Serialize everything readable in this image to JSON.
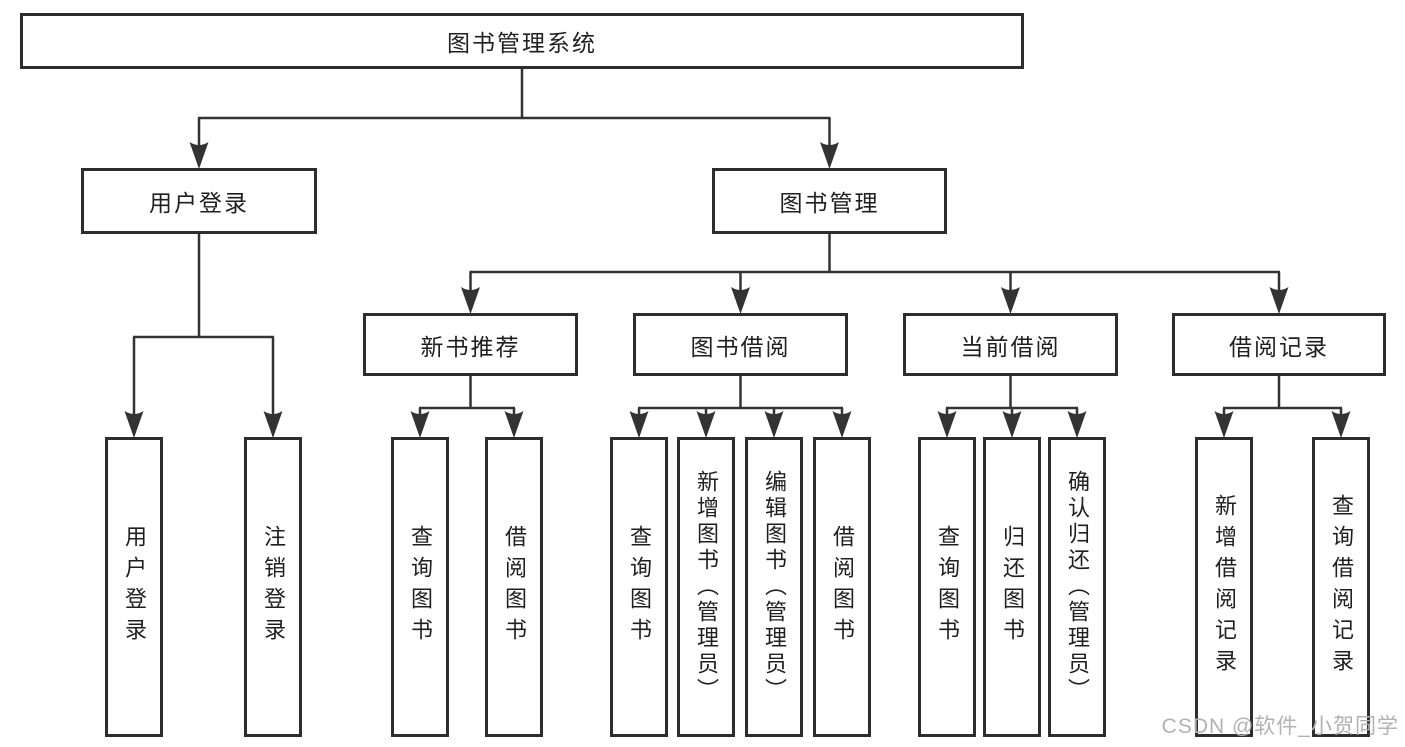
{
  "diagram_title": "图书管理系统",
  "colors": {
    "line": "#333333",
    "box_border": "#2d2d2d",
    "text": "#1f1f1f",
    "background": "#ffffff",
    "watermark": "#b2b2b2"
  },
  "watermark": "CSDN @软件_小贺同学",
  "nodes": [
    {
      "id": "root",
      "label": "图书管理系统",
      "parent": null,
      "orientation": "horizontal"
    },
    {
      "id": "user-login",
      "label": "用户登录",
      "parent": "root",
      "orientation": "horizontal"
    },
    {
      "id": "book-management",
      "label": "图书管理",
      "parent": "root",
      "orientation": "horizontal"
    },
    {
      "id": "new-book-recommend",
      "label": "新书推荐",
      "parent": "book-management",
      "orientation": "horizontal"
    },
    {
      "id": "book-borrow",
      "label": "图书借阅",
      "parent": "book-management",
      "orientation": "horizontal"
    },
    {
      "id": "current-borrow",
      "label": "当前借阅",
      "parent": "book-management",
      "orientation": "horizontal"
    },
    {
      "id": "borrow-records",
      "label": "借阅记录",
      "parent": "book-management",
      "orientation": "horizontal"
    },
    {
      "id": "leaf-user-login",
      "label": "用户登录",
      "parent": "user-login",
      "orientation": "vertical"
    },
    {
      "id": "leaf-logout",
      "label": "注销登录",
      "parent": "user-login",
      "orientation": "vertical"
    },
    {
      "id": "leaf-nbr-query",
      "label": "查询图书",
      "parent": "new-book-recommend",
      "orientation": "vertical"
    },
    {
      "id": "leaf-nbr-borrow",
      "label": "借阅图书",
      "parent": "new-book-recommend",
      "orientation": "vertical"
    },
    {
      "id": "leaf-bb-query",
      "label": "查询图书",
      "parent": "book-borrow",
      "orientation": "vertical"
    },
    {
      "id": "leaf-bb-add",
      "label": "新增图书（管理员）",
      "parent": "book-borrow",
      "orientation": "vertical"
    },
    {
      "id": "leaf-bb-edit",
      "label": "编辑图书（管理员）",
      "parent": "book-borrow",
      "orientation": "vertical"
    },
    {
      "id": "leaf-bb-borrow",
      "label": "借阅图书",
      "parent": "book-borrow",
      "orientation": "vertical"
    },
    {
      "id": "leaf-cb-query",
      "label": "查询图书",
      "parent": "current-borrow",
      "orientation": "vertical"
    },
    {
      "id": "leaf-cb-return",
      "label": "归还图书",
      "parent": "current-borrow",
      "orientation": "vertical"
    },
    {
      "id": "leaf-cb-confirm",
      "label": "确认归还（管理员）",
      "parent": "current-borrow",
      "orientation": "vertical"
    },
    {
      "id": "leaf-br-add",
      "label": "新增借阅记录",
      "parent": "borrow-records",
      "orientation": "vertical"
    },
    {
      "id": "leaf-br-query",
      "label": "查询借阅记录",
      "parent": "borrow-records",
      "orientation": "vertical"
    }
  ]
}
